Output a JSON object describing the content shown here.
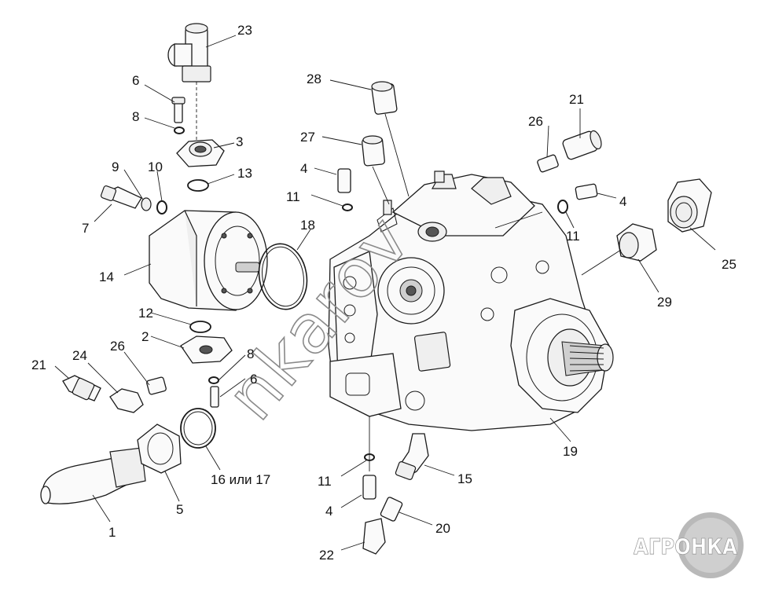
{
  "labels": [
    {
      "id": "1",
      "text": "1"
    },
    {
      "id": "2",
      "text": "2"
    },
    {
      "id": "3",
      "text": "3"
    },
    {
      "id": "4a",
      "text": "4"
    },
    {
      "id": "4b",
      "text": "4"
    },
    {
      "id": "4c",
      "text": "4"
    },
    {
      "id": "5",
      "text": "5"
    },
    {
      "id": "6a",
      "text": "6"
    },
    {
      "id": "6b",
      "text": "6"
    },
    {
      "id": "7",
      "text": "7"
    },
    {
      "id": "8a",
      "text": "8"
    },
    {
      "id": "8b",
      "text": "8"
    },
    {
      "id": "9",
      "text": "9"
    },
    {
      "id": "10",
      "text": "10"
    },
    {
      "id": "11a",
      "text": "11"
    },
    {
      "id": "11b",
      "text": "11"
    },
    {
      "id": "11c",
      "text": "11"
    },
    {
      "id": "12",
      "text": "12"
    },
    {
      "id": "13",
      "text": "13"
    },
    {
      "id": "14",
      "text": "14"
    },
    {
      "id": "15",
      "text": "15"
    },
    {
      "id": "16",
      "text": "16 или 17"
    },
    {
      "id": "18",
      "text": "18"
    },
    {
      "id": "19",
      "text": "19"
    },
    {
      "id": "20",
      "text": "20"
    },
    {
      "id": "21a",
      "text": "21"
    },
    {
      "id": "21b",
      "text": "21"
    },
    {
      "id": "22",
      "text": "22"
    },
    {
      "id": "23",
      "text": "23"
    },
    {
      "id": "24",
      "text": "24"
    },
    {
      "id": "25",
      "text": "25"
    },
    {
      "id": "26a",
      "text": "26"
    },
    {
      "id": "26b",
      "text": "26"
    },
    {
      "id": "27",
      "text": "27"
    },
    {
      "id": "28",
      "text": "28"
    },
    {
      "id": "29",
      "text": "29"
    }
  ],
  "watermark": {
    "text": "nkarov"
  },
  "logo": {
    "text": "АГРОНКА"
  }
}
